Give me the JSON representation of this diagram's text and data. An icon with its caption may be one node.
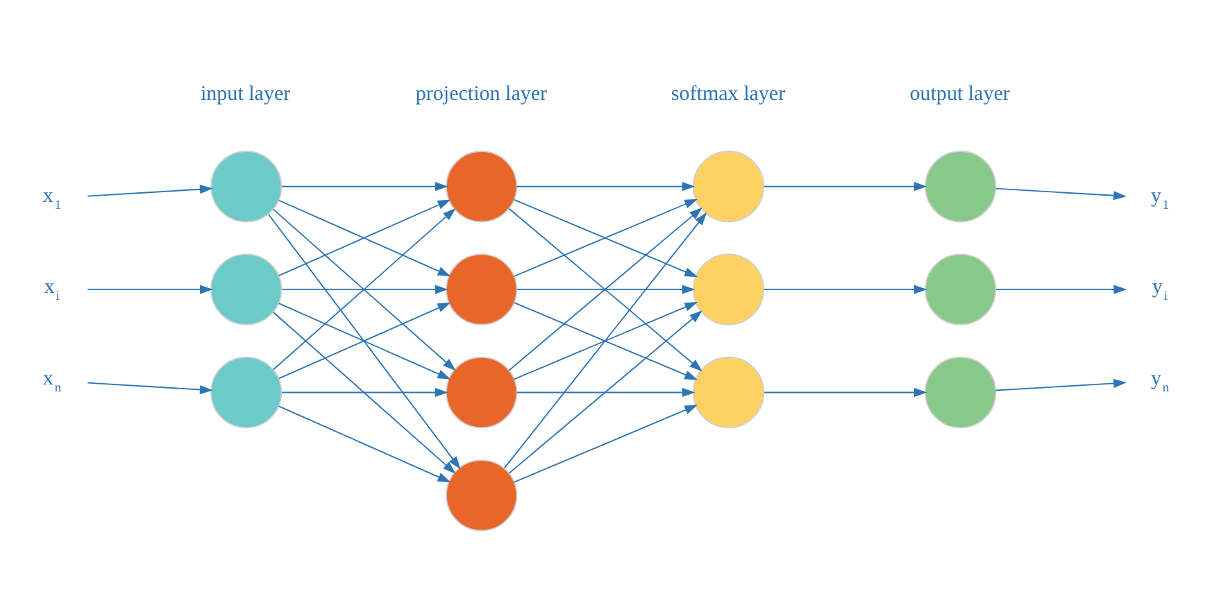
{
  "diagram": {
    "nodes": [
      {
        "text": [
          "x$_{1}$"
        ]
      },
      {
        "text": [
          "x$_{i}$"
        ]
      },
      {
        "text": [
          "x$_{n}$"
        ]
      },
      {
        "text": [],
        "shape": "circle"
      },
      {
        "text": [],
        "shape": "circle"
      },
      {
        "text": [],
        "shape": "circle"
      },
      {
        "text": [],
        "shape": "circle"
      },
      {
        "text": [],
        "shape": "circle"
      },
      {
        "text": [],
        "shape": "circle"
      },
      {
        "text": [],
        "shape": "circle"
      },
      {
        "text": [],
        "shape": "circle"
      },
      {
        "text": [],
        "shape": "circle"
      },
      {
        "text": [],
        "shape": "circle"
      },
      {
        "text": [],
        "shape": "circle"
      },
      {
        "text": [],
        "shape": "circle"
      },
      {
        "text": [],
        "shape": "circle"
      },
      {
        "text": [
          "y$_{1}$"
        ]
      },
      {
        "text": [
          "y$_{i}$"
        ]
      },
      {
        "text": [
          "y$_{n}$"
        ]
      }
    ],
    "edges": [
      {
        "from": 0,
        "to": 3,
        "arrow": "to"
      },
      {
        "from": 1,
        "to": 4,
        "arrow": "to"
      },
      {
        "from": 2,
        "to": 5,
        "arrow": "to"
      },
      {
        "from": 3,
        "to": 6,
        "arrow": "to"
      },
      {
        "from": 3,
        "to": 7,
        "arrow": "to"
      },
      {
        "from": 3,
        "to": 8,
        "arrow": "to"
      },
      {
        "from": 3,
        "to": 9,
        "arrow": "to"
      },
      {
        "from": 4,
        "to": 6,
        "arrow": "to"
      },
      {
        "from": 4,
        "to": 7,
        "arrow": "to"
      },
      {
        "from": 4,
        "to": 8,
        "arrow": "to"
      },
      {
        "from": 4,
        "to": 9,
        "arrow": "to"
      },
      {
        "from": 5,
        "to": 6,
        "arrow": "to"
      },
      {
        "from": 5,
        "to": 7,
        "arrow": "to"
      },
      {
        "from": 5,
        "to": 8,
        "arrow": "to"
      },
      {
        "from": 5,
        "to": 9,
        "arrow": "to"
      },
      {
        "from": 6,
        "to": 10,
        "arrow": "to"
      },
      {
        "from": 6,
        "to": 11,
        "arrow": "to"
      },
      {
        "from": 6,
        "to": 12,
        "arrow": "to"
      },
      {
        "from": 7,
        "to": 10,
        "arrow": "to"
      },
      {
        "from": 7,
        "to": 11,
        "arrow": "to"
      },
      {
        "from": 7,
        "to": 12,
        "arrow": "to"
      },
      {
        "from": 8,
        "to": 10,
        "arrow": "to"
      },
      {
        "from": 8,
        "to": 11,
        "arrow": "to"
      },
      {
        "from": 8,
        "to": 12,
        "arrow": "to"
      },
      {
        "from": 9,
        "to": 10,
        "arrow": "to"
      },
      {
        "from": 9,
        "to": 11,
        "arrow": "to"
      },
      {
        "from": 9,
        "to": 12,
        "arrow": "to"
      },
      {
        "from": 10,
        "to": 13,
        "arrow": "to"
      },
      {
        "from": 11,
        "to": 14,
        "arrow": "to"
      },
      {
        "from": 12,
        "to": 15,
        "arrow": "to"
      },
      {
        "from": 13,
        "to": 16,
        "arrow": "to"
      },
      {
        "from": 14,
        "to": 17,
        "arrow": "to"
      },
      {
        "from": 15,
        "to": 18,
        "arrow": "to"
      }
    ],
    "labels": [
      "input layer",
      "projection layer",
      "softmax layer",
      "output layer"
    ]
  }
}
